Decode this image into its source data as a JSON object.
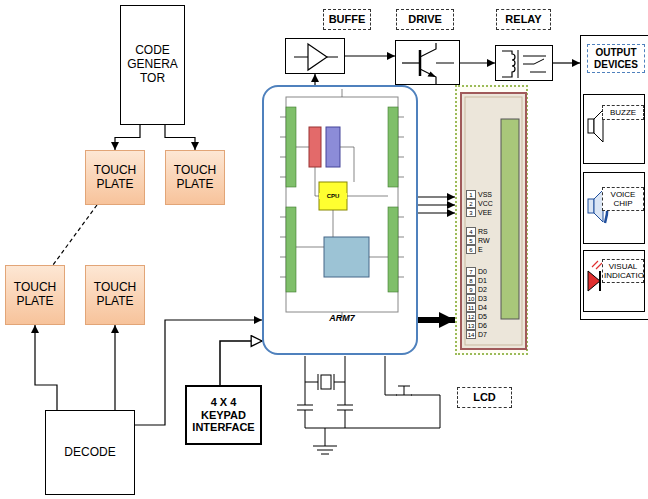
{
  "diagram": {
    "nodes": [
      {
        "text": [
          "CODE GENERA TOR"
        ]
      },
      {
        "text": [
          "TOUCH PLATE"
        ]
      },
      {
        "text": [
          "TOUCH PLATE"
        ]
      },
      {
        "text": [
          "TOUCH PLATE"
        ]
      },
      {
        "text": [
          "TOUCH PLATE"
        ]
      },
      {
        "text": [
          "DECODE"
        ]
      },
      {
        "text": [
          "4 X 4 KEYPAD INTERFACE"
        ]
      },
      {
        "text": [
          "ARM7"
        ]
      },
      {
        "text": [
          "BUFFE"
        ]
      },
      {
        "text": [
          "DRIVE"
        ]
      },
      {
        "text": [
          "RELAY"
        ]
      },
      {
        "text": [
          "OUTPUT DEVICES"
        ]
      },
      {
        "text": [
          "BUZZE"
        ],
        "in": 11
      },
      {
        "text": [
          "VOICE CHIP"
        ],
        "in": 11
      },
      {
        "text": [
          "VISUAL INDICATIO"
        ],
        "in": 11
      },
      {
        "text": [
          "LCD"
        ]
      }
    ],
    "edges": [
      {
        "from": 0,
        "to": 1,
        "arrow": "to"
      },
      {
        "from": 0,
        "to": 2,
        "arrow": "to"
      },
      {
        "from": 1,
        "to": 3,
        "arrow": "none"
      },
      {
        "from": 5,
        "to": 3,
        "arrow": "to"
      },
      {
        "from": 5,
        "to": 4,
        "arrow": "to"
      },
      {
        "from": 5,
        "to": 7,
        "arrow": "to"
      },
      {
        "from": 6,
        "to": 7,
        "arrow": "to"
      },
      {
        "from": 7,
        "to": 8,
        "arrow": "to"
      },
      {
        "from": 8,
        "to": 9,
        "arrow": "to"
      },
      {
        "from": 9,
        "to": 10,
        "arrow": "to"
      },
      {
        "from": 10,
        "to": 11,
        "arrow": "to"
      },
      {
        "from": 7,
        "to": 15,
        "arrow": "to"
      },
      {
        "from": 7,
        "to": 15,
        "arrow": "to"
      },
      {
        "from": 7,
        "to": 15,
        "arrow": "to"
      },
      {
        "from": 7,
        "to": 15,
        "arrow": "to"
      }
    ],
    "labels": [
      "1",
      "2",
      "3",
      "4",
      "5",
      "6",
      "7",
      "8",
      "9",
      "10",
      "11",
      "12",
      "13",
      "14",
      "VSS",
      "VCC",
      "VEE",
      "RS",
      "RW",
      "E",
      "D0",
      "D1",
      "D2",
      "D3",
      "D4",
      "D5",
      "D6",
      "D7",
      "CPU"
    ]
  }
}
